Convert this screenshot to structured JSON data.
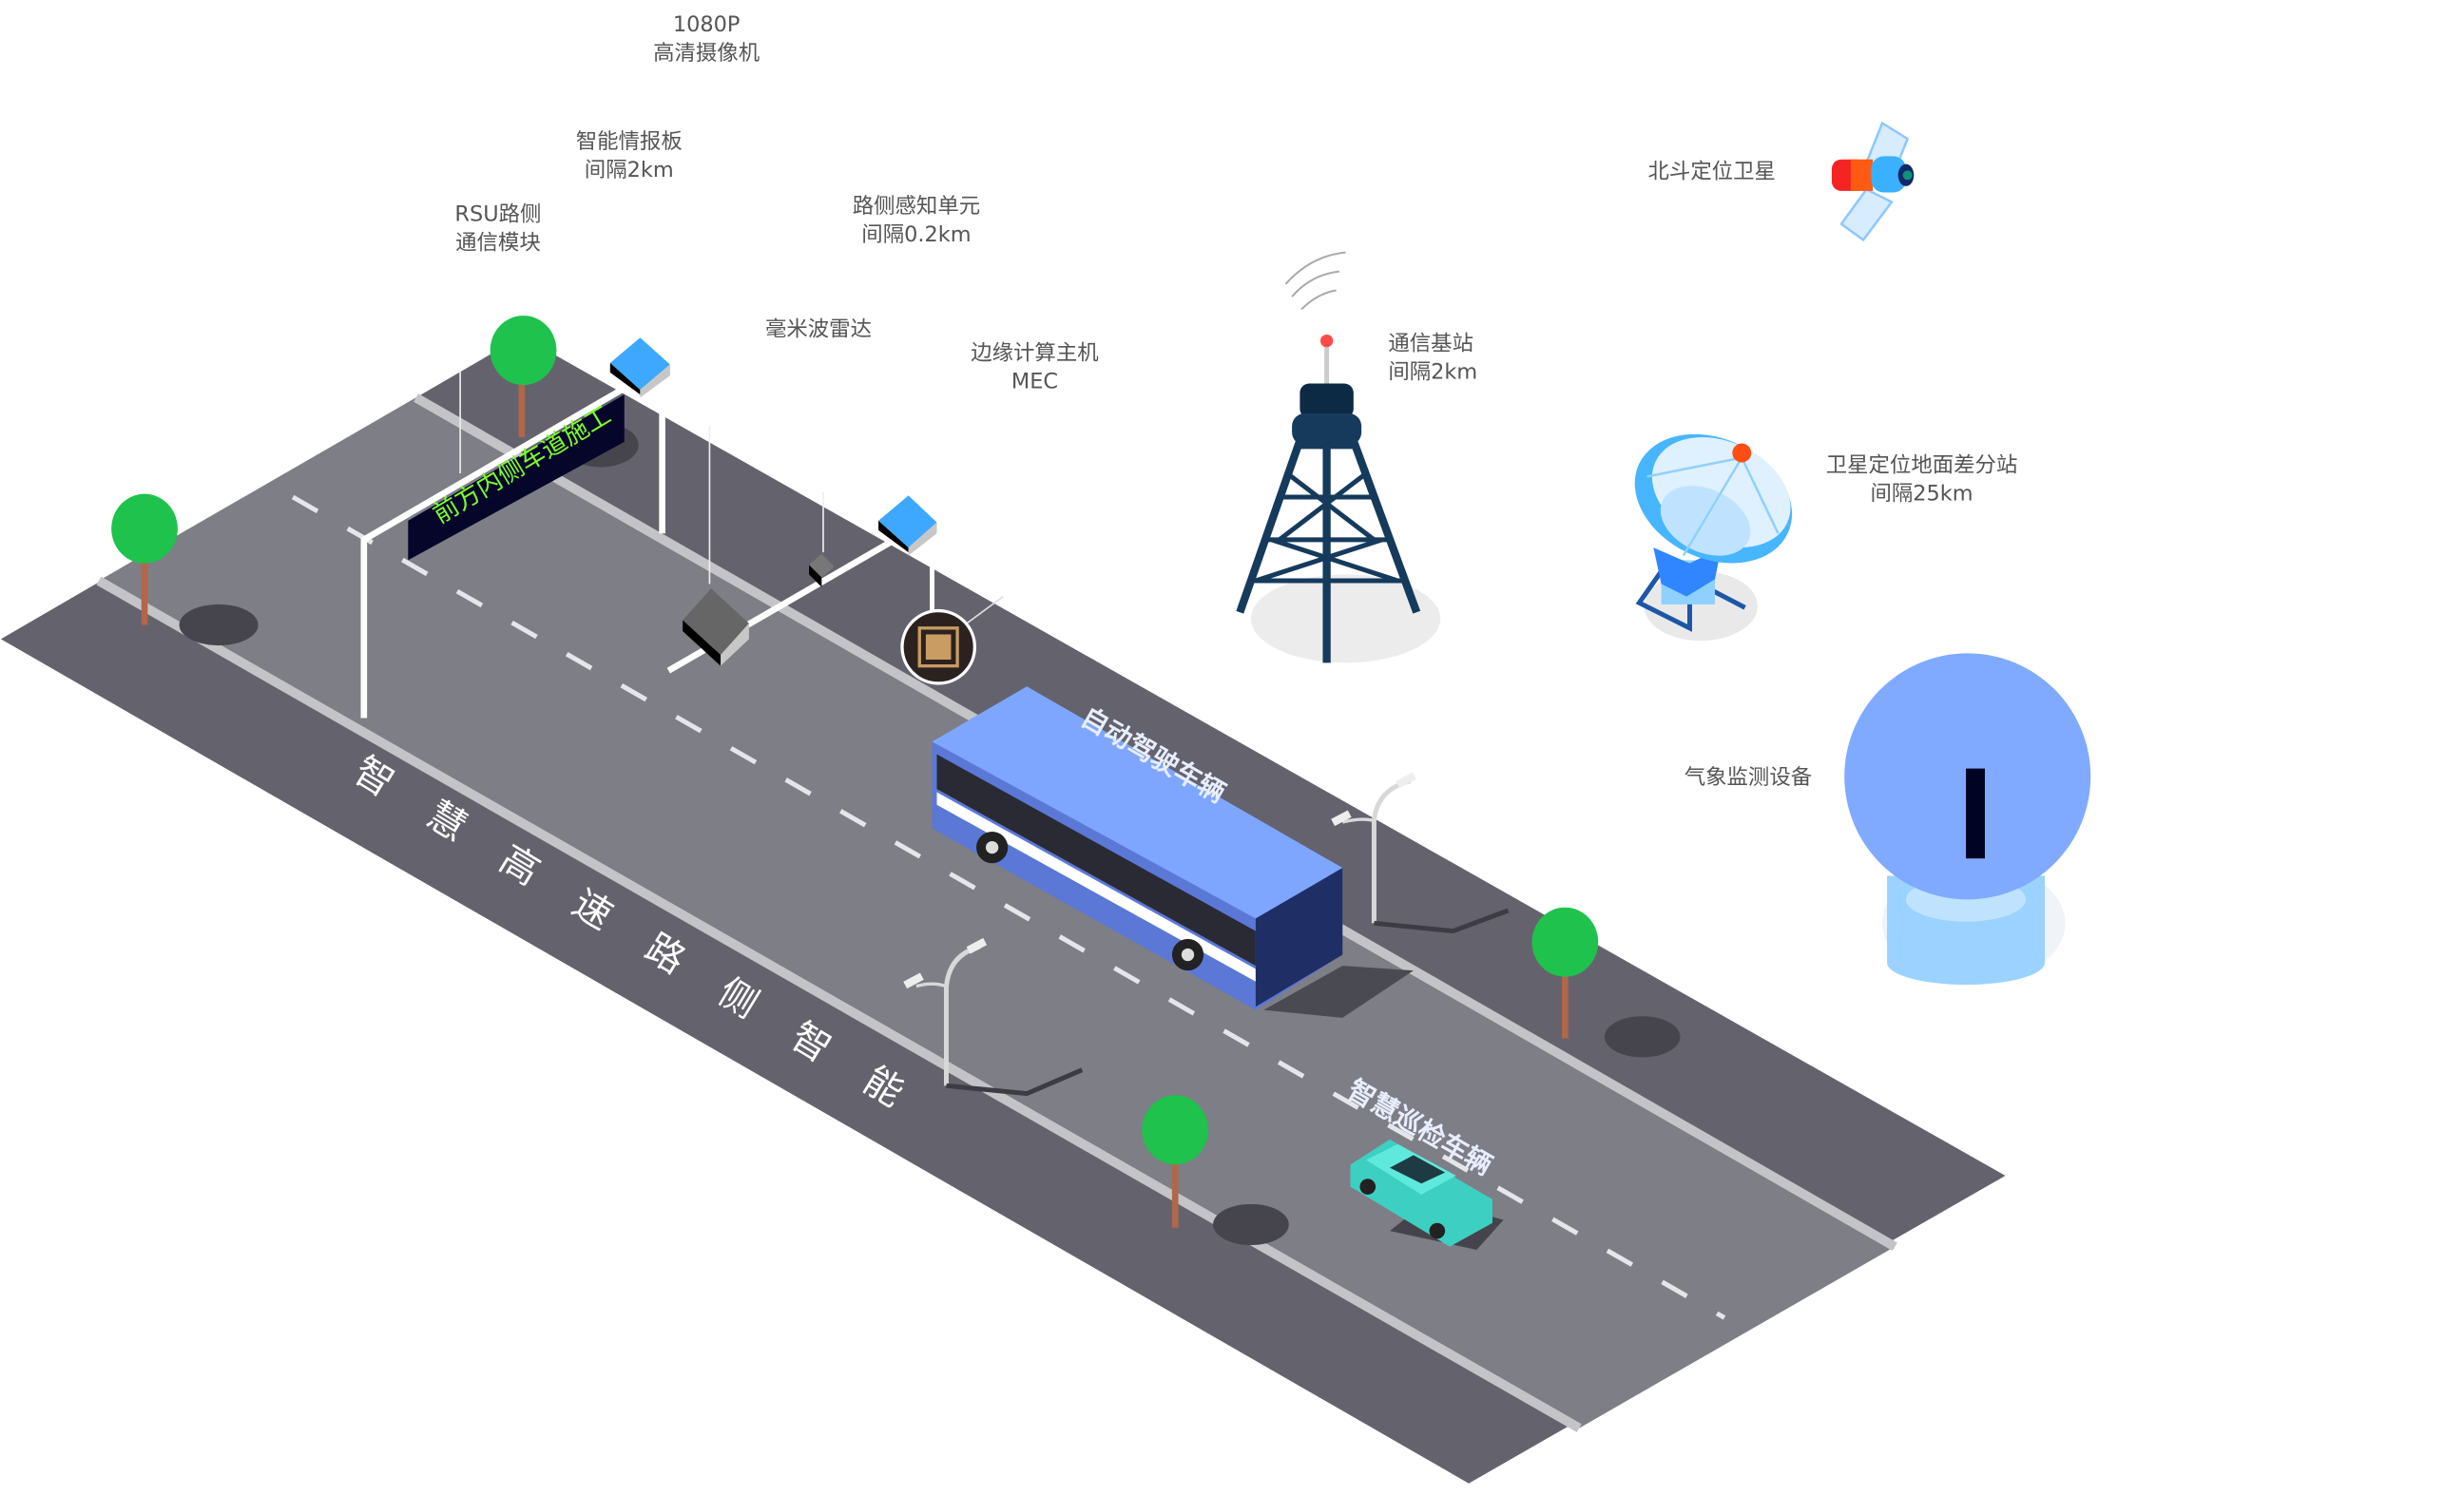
{
  "labels": {
    "camera": {
      "line1": "1080P",
      "line2": "高清摄像机"
    },
    "info_board": {
      "line1": "智能情报板",
      "line2": "间隔2km"
    },
    "rsu": {
      "line1": "RSU路侧",
      "line2": "通信模块"
    },
    "perception": {
      "line1": "路侧感知单元",
      "line2": "间隔0.2km"
    },
    "radar": {
      "line1": "毫米波雷达"
    },
    "mec": {
      "line1": "边缘计算主机",
      "line2": "MEC"
    },
    "base_station": {
      "line1": "通信基站",
      "line2": "间隔2km"
    },
    "beidou": {
      "line1": "北斗定位卫星"
    },
    "gnss_station": {
      "line1": "卫星定位地面差分站",
      "line2": "间隔25km"
    },
    "weather": {
      "line1": "气象监测设备"
    }
  },
  "sign_text": "前方内侧车道施工",
  "road_title": "智慧高速路侧智能",
  "vehicles": {
    "bus": "自动驾驶车辆",
    "car": "智慧巡检车辆"
  },
  "colors": {
    "road_dark": "#64636d",
    "road_lane": "#7e7e86",
    "bus_blue": "#7fa6ff",
    "car_teal": "#4fe3d6",
    "sphere": "#80aaff",
    "tower": "#163a5c",
    "sign_text": "#7cff2a"
  }
}
